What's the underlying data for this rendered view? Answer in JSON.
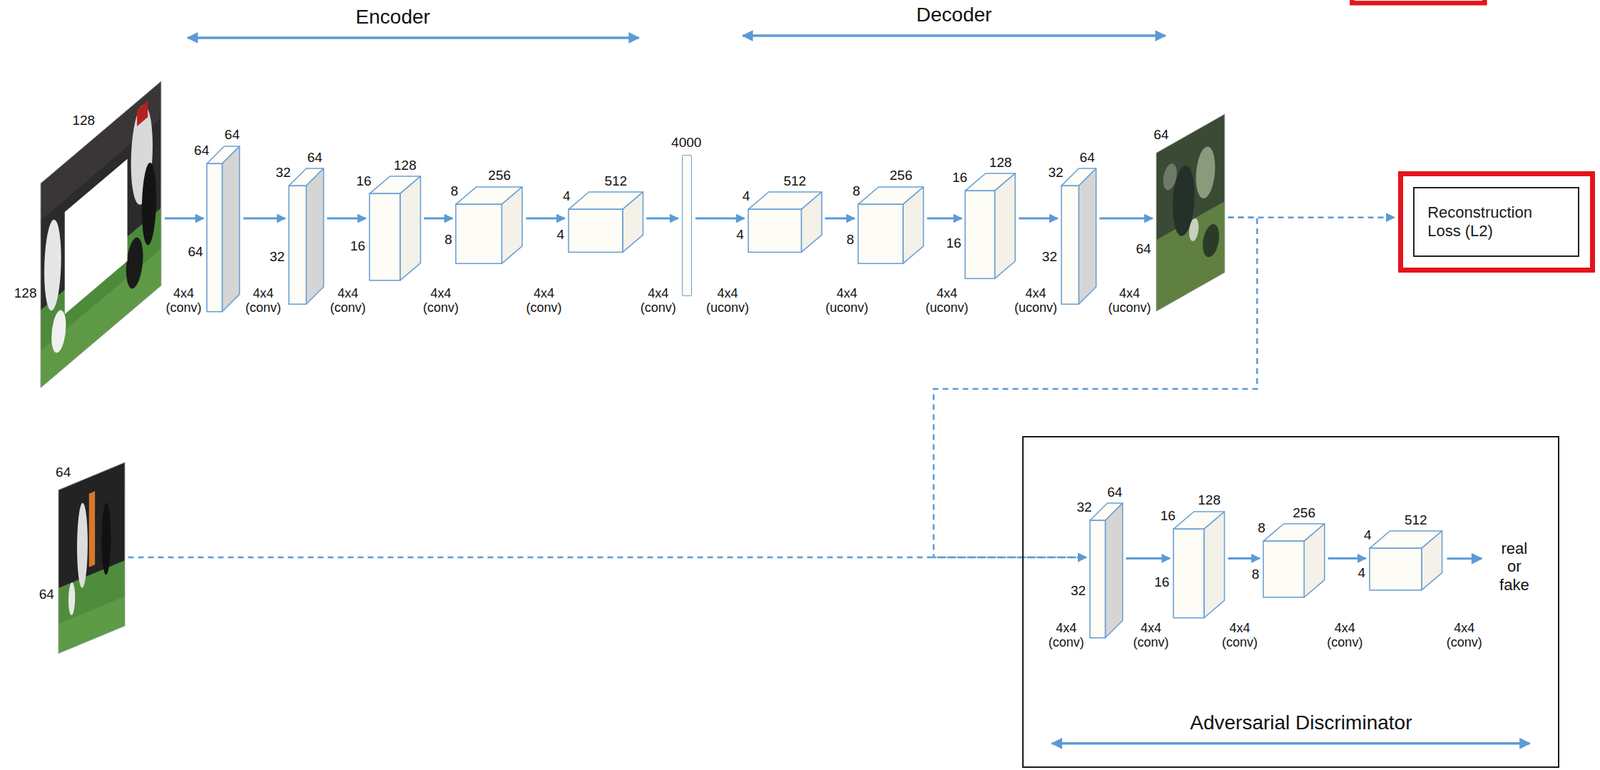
{
  "diagram": {
    "nodes": [
      {
        "text": [
          "128",
          "128"
        ]
      },
      {
        "text": [
          "64",
          "64",
          "64"
        ]
      },
      {
        "text": [
          "32",
          "64",
          "32"
        ]
      },
      {
        "text": [
          "16",
          "128",
          "16"
        ]
      },
      {
        "text": [
          "8",
          "256",
          "8"
        ]
      },
      {
        "text": [
          "4",
          "512",
          "4"
        ]
      },
      {
        "text": [
          "4000"
        ]
      },
      {
        "text": [
          "4",
          "512",
          "4"
        ]
      },
      {
        "text": [
          "8",
          "256",
          "8"
        ]
      },
      {
        "text": [
          "16",
          "128",
          "16"
        ]
      },
      {
        "text": [
          "32",
          "64",
          "32"
        ]
      },
      {
        "text": [
          "64",
          "64"
        ]
      },
      {
        "text": [
          "Reconstruction Loss (L2)"
        ]
      },
      {
        "text": [
          "64",
          "64"
        ]
      },
      {
        "text": [
          "Adversarial Discriminator"
        ]
      },
      {
        "text": [
          "32",
          "64",
          "32"
        ],
        "in": 14
      },
      {
        "text": [
          "16",
          "128",
          "16"
        ],
        "in": 14
      },
      {
        "text": [
          "8",
          "256",
          "8"
        ],
        "in": 14
      },
      {
        "text": [
          "4",
          "512",
          "4"
        ],
        "in": 14
      }
    ],
    "edges": [
      {
        "from": 0,
        "to": 1,
        "arrow": "to"
      },
      {
        "from": 1,
        "to": 2,
        "arrow": "to"
      },
      {
        "from": 2,
        "to": 3,
        "arrow": "to"
      },
      {
        "from": 3,
        "to": 4,
        "arrow": "to"
      },
      {
        "from": 4,
        "to": 5,
        "arrow": "to"
      },
      {
        "from": 5,
        "to": 6,
        "arrow": "to"
      },
      {
        "from": 6,
        "to": 7,
        "arrow": "to"
      },
      {
        "from": 7,
        "to": 8,
        "arrow": "to"
      },
      {
        "from": 8,
        "to": 9,
        "arrow": "to"
      },
      {
        "from": 9,
        "to": 10,
        "arrow": "to"
      },
      {
        "from": 10,
        "to": 11,
        "arrow": "to"
      },
      {
        "from": 11,
        "to": 12,
        "arrow": "to"
      },
      {
        "from": 11,
        "to": 15,
        "arrow": "to"
      },
      {
        "from": 13,
        "to": 15,
        "arrow": "to"
      },
      {
        "from": 15,
        "to": 16,
        "arrow": "to"
      },
      {
        "from": 16,
        "to": 17,
        "arrow": "to"
      },
      {
        "from": 17,
        "to": 18,
        "arrow": "to"
      }
    ],
    "labels": [
      "Encoder",
      "Decoder",
      "4x4 (conv)",
      "4x4 (conv)",
      "4x4 (conv)",
      "4x4 (conv)",
      "4x4 (conv)",
      "4x4 (conv)",
      "4x4 (uconv)",
      "4x4 (uconv)",
      "4x4 (uconv)",
      "4x4 (uconv)",
      "4x4 (uconv)",
      "4x4 (conv)",
      "4x4 (conv)",
      "4x4 (conv)",
      "4x4 (conv)",
      "4x4 (conv)",
      "real or fake"
    ]
  }
}
